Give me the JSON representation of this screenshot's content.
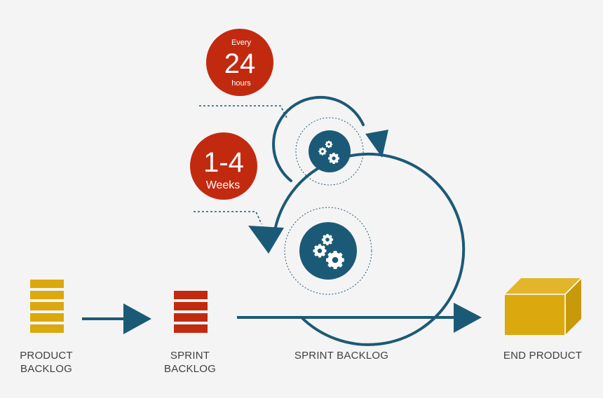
{
  "labels": {
    "product_backlog": [
      "PRODUCT",
      "BACKLOG"
    ],
    "sprint_backlog_stack": [
      "SPRINT",
      "BACKLOG"
    ],
    "sprint_backlog_flow": "SPRINT BACKLOG",
    "end_product": "END PRODUCT"
  },
  "badges": {
    "daily": {
      "top": "Every",
      "value": "24",
      "bottom": "hours"
    },
    "sprint": {
      "value": "1-4",
      "bottom": "Weeks"
    }
  },
  "colors": {
    "background": "#f4f4f4",
    "teal": "#1b5a76",
    "teal_dark": "#174f68",
    "red": "#c22a10",
    "gold": "#dba80d",
    "gold_dark": "#c8990b",
    "text": "#3f3f3f"
  },
  "icons": {
    "daily_gears": "gears-icon",
    "sprint_gears": "gears-icon"
  }
}
